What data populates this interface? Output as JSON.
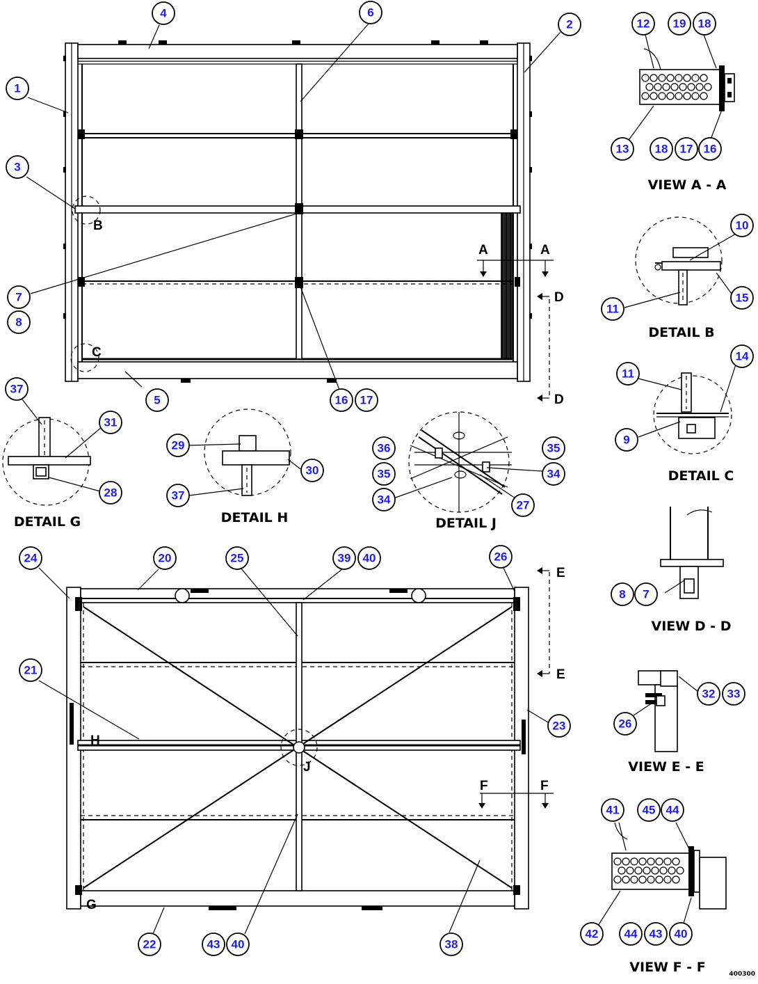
{
  "bubbles": {
    "top": [
      "4",
      "6",
      "2",
      "1",
      "3",
      "7",
      "8",
      "5",
      "16",
      "17"
    ],
    "view_aa": [
      "12",
      "19",
      "18",
      "13",
      "18",
      "17",
      "16"
    ],
    "detail_b": [
      "10",
      "11",
      "15"
    ],
    "detail_c": [
      "11",
      "14",
      "9"
    ],
    "detail_g": [
      "37",
      "31",
      "28"
    ],
    "detail_h": [
      "29",
      "30",
      "37"
    ],
    "detail_j": [
      "36",
      "35",
      "34",
      "35",
      "34",
      "27"
    ],
    "bottom": [
      "24",
      "20",
      "25",
      "39",
      "40",
      "26",
      "21",
      "23",
      "22",
      "43",
      "40",
      "38"
    ],
    "view_dd": [
      "8",
      "7"
    ],
    "view_ee": [
      "32",
      "33",
      "26"
    ],
    "view_ff": [
      "41",
      "45",
      "44",
      "42",
      "44",
      "43",
      "40"
    ]
  },
  "captions": {
    "view_aa": "VIEW A - A",
    "detail_b": "DETAIL B",
    "detail_c": "DETAIL C",
    "detail_g": "DETAIL G",
    "detail_h": "DETAIL H",
    "detail_j": "DETAIL J",
    "view_dd": "VIEW D - D",
    "view_ee": "VIEW E - E",
    "view_ff": "VIEW F - F"
  },
  "letters": {
    "b": "B",
    "c": "C",
    "a_left": "A",
    "a_right": "A",
    "d_top": "D",
    "d_bottom": "D",
    "e_top": "E",
    "e_bottom": "E",
    "h": "H",
    "j": "J",
    "g": "G",
    "f_left": "F",
    "f_right": "F"
  },
  "corner_code": "400300"
}
